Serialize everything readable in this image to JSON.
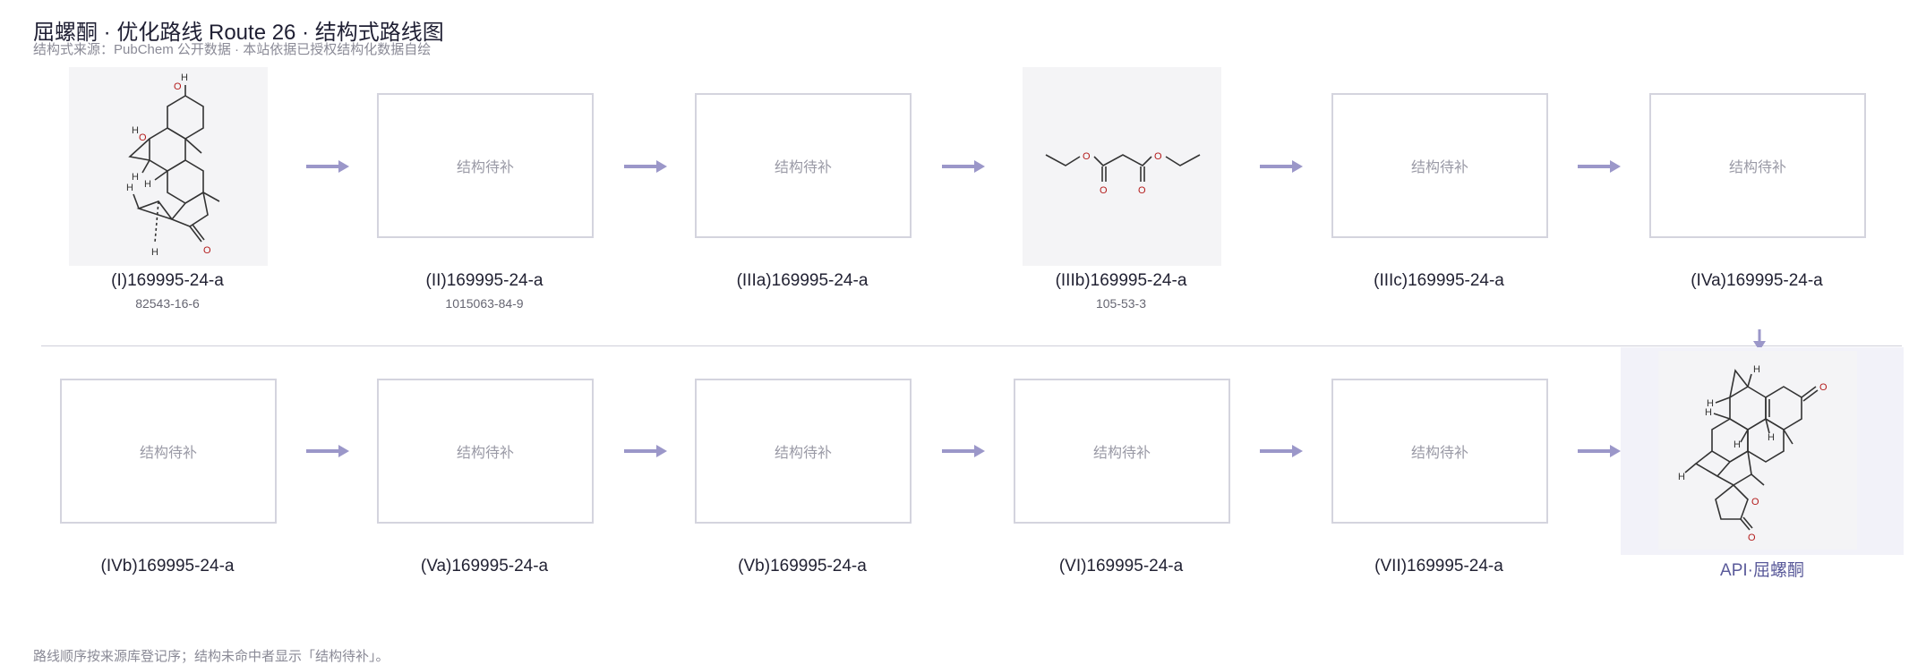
{
  "title": "屈螺酮 · 优化路线 Route 26 · 结构式路线图",
  "subtitle": "结构式来源：PubChem 公开数据 · 本站依据已授权结构化数据自绘",
  "footer": "路线顺序按来源库登记序；结构未命中者显示「结构待补」。",
  "placeholder_text": "结构待补",
  "colors": {
    "arrow": "#9b97c9",
    "box_border": "#d4d4de",
    "api_bg": "#f2f2f9",
    "api_label": "#5a5a9a"
  },
  "row1": [
    {
      "id": "I",
      "label": "(I)169995-24-a",
      "cas": "82543-16-6",
      "structure": true
    },
    {
      "id": "II",
      "label": "(II)169995-24-a",
      "cas": "1015063-84-9",
      "structure": false
    },
    {
      "id": "IIIa",
      "label": "(IIIa)169995-24-a",
      "cas": "",
      "structure": false
    },
    {
      "id": "IIIb",
      "label": "(IIIb)169995-24-a",
      "cas": "105-53-3",
      "structure": true
    },
    {
      "id": "IIIc",
      "label": "(IIIc)169995-24-a",
      "cas": "",
      "structure": false
    },
    {
      "id": "IVa",
      "label": "(IVa)169995-24-a",
      "cas": "",
      "structure": false
    }
  ],
  "row2": [
    {
      "id": "IVb",
      "label": "(IVb)169995-24-a",
      "structure": false
    },
    {
      "id": "Va",
      "label": "(Va)169995-24-a",
      "structure": false
    },
    {
      "id": "Vb",
      "label": "(Vb)169995-24-a",
      "structure": false
    },
    {
      "id": "VI",
      "label": "(VI)169995-24-a",
      "structure": false
    },
    {
      "id": "VII",
      "label": "(VII)169995-24-a",
      "structure": false
    }
  ],
  "api": {
    "label": "API·屈螺酮"
  },
  "atoms": {
    "O": "O",
    "H": "H"
  }
}
